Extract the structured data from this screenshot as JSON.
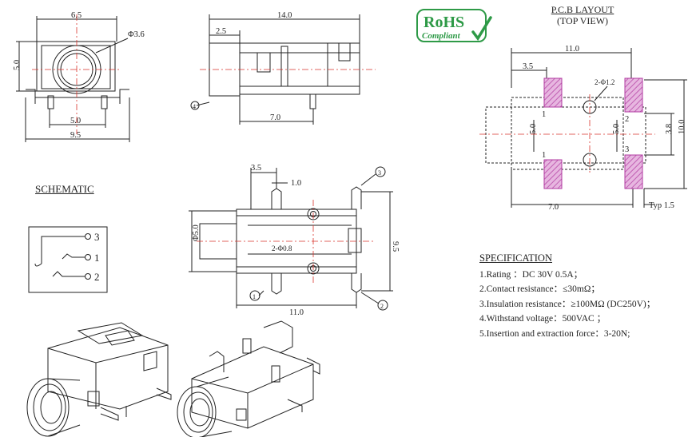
{
  "colors": {
    "center_line": "#d9332b",
    "pad_fill": "#e7b6e0",
    "pad_hatch": "#b03aa0",
    "rohs_green": "#2e9a47",
    "line": "#222222"
  },
  "icons": [
    "rohs-logo",
    "check-mark-icon"
  ],
  "rohs": {
    "title": "RoHS",
    "subtitle": "Compliant"
  },
  "pcb": {
    "title": "P.C.B LAYOUT",
    "subtitle": "(TOP VIEW)",
    "dim_width": "11.0",
    "dim_left": "3.5",
    "dim_hole": "2-Φ1.2",
    "dim_inner_l": "5.0",
    "dim_inner_r": "5.0",
    "dim_pitch": "3.8",
    "dim_height": "10.0",
    "dim_bottom": "7.0",
    "dim_typ": "Typ 1.5",
    "pin1_top": "1",
    "pin1_bottom": "1",
    "pin2": "2",
    "pin3": "3"
  },
  "front_view": {
    "dim_width": "6.5",
    "dim_diameter": "Φ3.6",
    "dim_height": "5.0",
    "dim_pins": "5.0",
    "dim_base": "9.5"
  },
  "side_view": {
    "dim_length": "14.0",
    "dim_front": "2.5",
    "dim_pin": "7.0",
    "marker": "4"
  },
  "top_view": {
    "dim_a": "3.5",
    "dim_b": "1.0",
    "dim_dia": "Φ5.0",
    "dim_holes": "2-Φ0.8",
    "dim_height": "9.5",
    "dim_length": "11.0",
    "marker_top": "3",
    "marker_left": "1",
    "marker_right": "2"
  },
  "schematic": {
    "title": "SCHEMATIC",
    "pin3": "3",
    "pin1": "1",
    "pin2": "2"
  },
  "specification": {
    "title": "SPECIFICATION",
    "lines": [
      "1.Rating ：DC 30V 0.5A；",
      "2.Contact resistance：≤30mΩ；",
      "3.Insulation resistance：≥100MΩ (DC250V)；",
      "4.Withstand voltage：500VAC ；",
      "5.Insertion and extraction force：3-20N;"
    ]
  }
}
